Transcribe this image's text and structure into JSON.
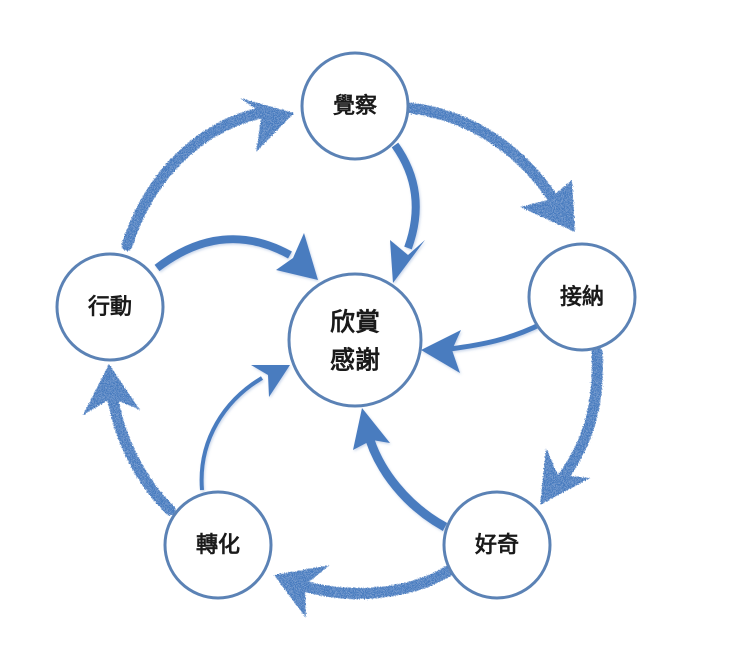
{
  "diagram": {
    "type": "cycle-with-hub",
    "colors": {
      "arrow": "#4a7bbf",
      "circle_stroke": "#5b82b5",
      "circle_fill": "#ffffff",
      "text": "#1a1a1a",
      "background": "#ffffff"
    },
    "center": {
      "id": "appreciation",
      "lines": [
        "欣賞",
        "感謝"
      ]
    },
    "nodes": [
      {
        "id": "awareness",
        "label": "覺察"
      },
      {
        "id": "acceptance",
        "label": "接納"
      },
      {
        "id": "curiosity",
        "label": "好奇"
      },
      {
        "id": "transformation",
        "label": "轉化"
      },
      {
        "id": "action",
        "label": "行動"
      }
    ],
    "cycle_edges": [
      {
        "from": "覺察",
        "to": "接納",
        "style": "crayon"
      },
      {
        "from": "接納",
        "to": "好奇",
        "style": "crayon"
      },
      {
        "from": "好奇",
        "to": "轉化",
        "style": "crayon"
      },
      {
        "from": "轉化",
        "to": "行動",
        "style": "crayon"
      },
      {
        "from": "行動",
        "to": "覺察",
        "style": "crayon"
      }
    ],
    "hub_edges": [
      {
        "from": "覺察",
        "to": "欣賞感謝",
        "style": "solid"
      },
      {
        "from": "接納",
        "to": "欣賞感謝",
        "style": "solid"
      },
      {
        "from": "好奇",
        "to": "欣賞感謝",
        "style": "solid"
      },
      {
        "from": "轉化",
        "to": "欣賞感謝",
        "style": "solid"
      },
      {
        "from": "行動",
        "to": "欣賞感謝",
        "style": "solid"
      }
    ]
  }
}
